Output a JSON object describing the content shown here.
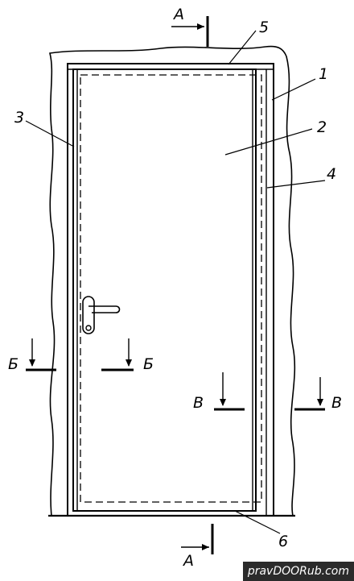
{
  "drawing": {
    "callouts": {
      "frame": "1",
      "door_leaf": "2",
      "left_jamb": "3",
      "right_jamb": "4",
      "head": "5",
      "threshold": "6"
    },
    "sections": {
      "a_top": "А",
      "a_bottom": "А",
      "b_left": "Б",
      "b_right": "Б",
      "v_left": "В",
      "v_right": "В"
    }
  },
  "watermark": "pravDOORub.com"
}
